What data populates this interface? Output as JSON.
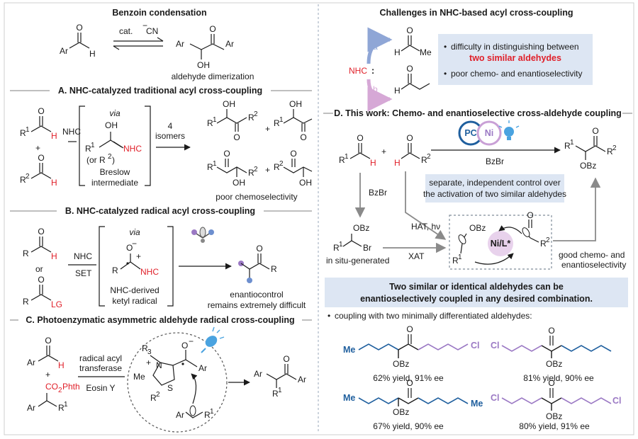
{
  "colors": {
    "red": "#e0202a",
    "blue": "#1f5f9e",
    "purple": "#9b79c4",
    "box": "#dde6f3",
    "divider": "#bfbfbf"
  },
  "benzoin": {
    "title": "Benzoin condensation",
    "catalyst": "cat.",
    "cyanide_label": "CN",
    "cyanide_charge": "−",
    "aldehyde": {
      "r": "Ar",
      "h": "H",
      "o": "O"
    },
    "product": {
      "ar_left": "Ar",
      "ar_right": "Ar",
      "oh": "OH",
      "o": "O"
    },
    "caption": "aldehyde dimerization"
  },
  "challenges": {
    "title": "Challenges in NHC-based acyl cross-coupling",
    "nhc": "NHC",
    "colon": ":",
    "label_a": "a",
    "label_b": "b",
    "ald1": {
      "h": "H",
      "me": "Me",
      "o": "O"
    },
    "ald2": {
      "h": "H",
      "o": "O"
    },
    "bullet1": "difficulty in distinguishing between",
    "bullet1_highlight": "two similar aldehydes",
    "bullet2": "poor chemo- and enantioselectivity"
  },
  "sectionA": {
    "title": "A. NHC-catalyzed traditional acyl cross-coupling",
    "r1": "R",
    "r1_sup": "1",
    "r2": "R",
    "r2_sup": "2",
    "h": "H",
    "o": "O",
    "plus": "+",
    "nhc": "NHC",
    "via": "via",
    "oh": "OH",
    "nhc_red": "NHC",
    "or_r2": "(or R",
    "or_r2_sup": "2",
    "or_r2_end": ")",
    "breslow1": "Breslow",
    "breslow2": "intermediate",
    "isomers_n": "4",
    "isomers": "isomers",
    "prod_oh": "OH",
    "prod_o": "O",
    "caption": "poor chemoselectivity"
  },
  "sectionB": {
    "title": "B. NHC-catalyzed radical acyl cross-coupling",
    "r": "R",
    "h": "H",
    "o": "O",
    "or": "or",
    "lg": "LG",
    "nhc": "NHC",
    "set": "SET",
    "via": "via",
    "o_minus": "O",
    "minus": "−",
    "plus_charge": "+",
    "nhc_red": "NHC",
    "ketyl1": "NHC-derived",
    "ketyl2": "ketyl radical",
    "caption1": "enantiocontrol",
    "caption2": "remains extremely difficult"
  },
  "sectionC": {
    "title": "C. Photoenzymatic asymmetric aldehyde radical cross-coupling",
    "ar": "Ar",
    "h": "H",
    "o": "O",
    "plus": "+",
    "co2phth": "CO",
    "co2phth_sub": "2",
    "co2phth_end": "Phth",
    "r1": "R",
    "r1_sup": "1",
    "reagent1": "radical acyl",
    "reagent2": "transferase",
    "reagent3": "Eosin Y",
    "r3": "R",
    "r3_sup": "3",
    "me": "Me",
    "n_plus": "+",
    "n": "N",
    "s": "S",
    "r2": "R",
    "r2_sup": "2",
    "o_minus": "O",
    "minus": "−",
    "ar_in": "Ar",
    "ar_rad": "Ar",
    "r1_rad": "R",
    "r1_rad_sup": "1",
    "prod_ar1": "Ar",
    "prod_ar2": "Ar",
    "prod_r1": "R",
    "prod_r1_sup": "1",
    "prod_o": "O"
  },
  "sectionD": {
    "title": "D. This work: Chemo- and enantioselective cross-aldehyde coupling",
    "r1": "R",
    "r1_sup": "1",
    "h": "H",
    "o": "O",
    "plus": "+",
    "h_red": "H",
    "r2": "R",
    "r2_sup": "2",
    "pc": "PC",
    "ni": "Ni",
    "bzbr_top": "BzBr",
    "prod_r1": "R",
    "prod_r1_sup": "1",
    "prod_o": "O",
    "prod_r2": "R",
    "prod_r2_sup": "2",
    "prod_obz": "OBz",
    "control1": "separate, independent control over",
    "control2": "the activation of two similar aldehydes",
    "bzbr_left": "BzBr",
    "int_obz": "OBz",
    "int_r1": "R",
    "int_r1_sup": "1",
    "int_br": "Br",
    "insitu": "in situ-generated",
    "hat": "HAT, hν",
    "xat": "XAT",
    "cyc_obz": "OBz",
    "cyc_r1": "R",
    "cyc_r1_sup": "1",
    "nil": "Ni/L*",
    "cyc_o": "O",
    "cyc_r2": "R",
    "cyc_r2_sup": "2",
    "good1": "good chemo- and",
    "good2": "enantioselectivity"
  },
  "summary": {
    "line1": "Two similar or identical aldehydes can be",
    "line2": "enantioselectively coupled in any desired combination."
  },
  "examples": {
    "bullet": "coupling with two minimally differentiated aldehydes:",
    "items": [
      {
        "left_label": "Me",
        "right_label": "Cl",
        "o": "O",
        "obz": "OBz",
        "yield": "62% yield, 91% ee"
      },
      {
        "left_label": "Cl",
        "right_label": "",
        "o": "O",
        "obz": "OBz",
        "yield": "81% yield, 90% ee"
      },
      {
        "left_label": "Me",
        "right_label": "Me",
        "o": "O",
        "obz": "OBz",
        "yield": "67% yield, 90% ee"
      },
      {
        "left_label": "Cl",
        "right_label": "Cl",
        "o": "O",
        "obz": "OBz",
        "yield": "80% yield, 91% ee"
      }
    ]
  }
}
